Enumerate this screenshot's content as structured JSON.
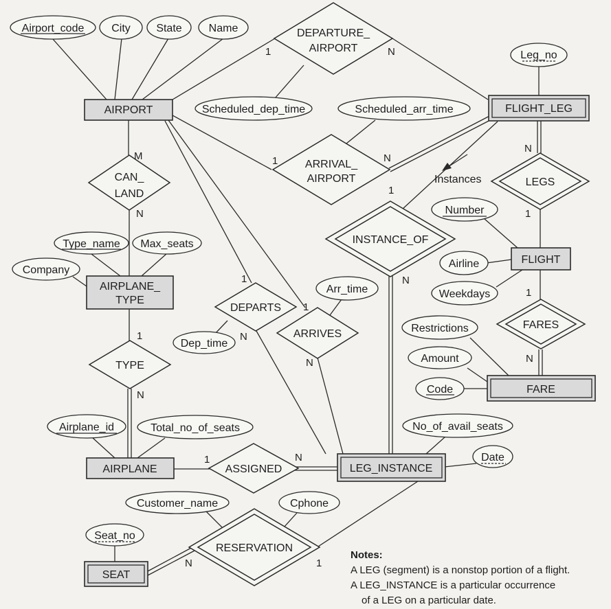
{
  "entities": {
    "airport": "AIRPORT",
    "flight_leg": "FLIGHT_LEG",
    "airplane_type": [
      "AIRPLANE_",
      "TYPE"
    ],
    "flight": "FLIGHT",
    "fare": "FARE",
    "airplane": "AIRPLANE",
    "leg_instance": "LEG_INSTANCE",
    "seat": "SEAT"
  },
  "relationships": {
    "departure_airport": [
      "DEPARTURE_",
      "AIRPORT"
    ],
    "arrival_airport": [
      "ARRIVAL_",
      "AIRPORT"
    ],
    "can_land": [
      "CAN_",
      "LAND"
    ],
    "legs": "LEGS",
    "instance_of": "INSTANCE_OF",
    "departs": "DEPARTS",
    "arrives": "ARRIVES",
    "fares": "FARES",
    "type": "TYPE",
    "assigned": "ASSIGNED",
    "reservation": "RESERVATION"
  },
  "attributes": {
    "airport_code": "Airport_code",
    "city": "City",
    "state": "State",
    "name": "Name",
    "leg_no": "Leg_no",
    "scheduled_dep_time": "Scheduled_dep_time",
    "scheduled_arr_time": "Scheduled_arr_time",
    "type_name": "Type_name",
    "max_seats": "Max_seats",
    "company": "Company",
    "number": "Number",
    "airline": "Airline",
    "weekdays": "Weekdays",
    "arr_time": "Arr_time",
    "dep_time": "Dep_time",
    "restrictions": "Restrictions",
    "amount": "Amount",
    "code": "Code",
    "airplane_id": "Airplane_id",
    "total_no_of_seats": "Total_no_of_seats",
    "no_of_avail_seats": "No_of_avail_seats",
    "date": "Date",
    "customer_name": "Customer_name",
    "cphone": "Cphone",
    "seat_no": "Seat_no"
  },
  "cardinalities": {
    "dep_airport_1": "1",
    "dep_flightleg_n": "N",
    "arr_airport_1": "1",
    "arr_flightleg_n": "N",
    "canland_m": "M",
    "canland_n": "N",
    "legs_n": "N",
    "legs_1": "1",
    "instof_1": "1",
    "instof_n": "N",
    "departs_1": "1",
    "departs_n": "N",
    "arrives_1": "1",
    "arrives_n": "N",
    "fares_1": "1",
    "fares_n": "N",
    "type_1": "1",
    "type_n": "N",
    "assigned_1": "1",
    "assigned_n": "N",
    "reservation_n": "N",
    "reservation_1": "1"
  },
  "instances_label": "Instances",
  "notes": {
    "title": "Notes:",
    "lines": [
      "A LEG (segment) is a nonstop portion of a flight.",
      "A LEG_INSTANCE is a particular occurrence",
      "of a LEG on a particular date."
    ]
  }
}
